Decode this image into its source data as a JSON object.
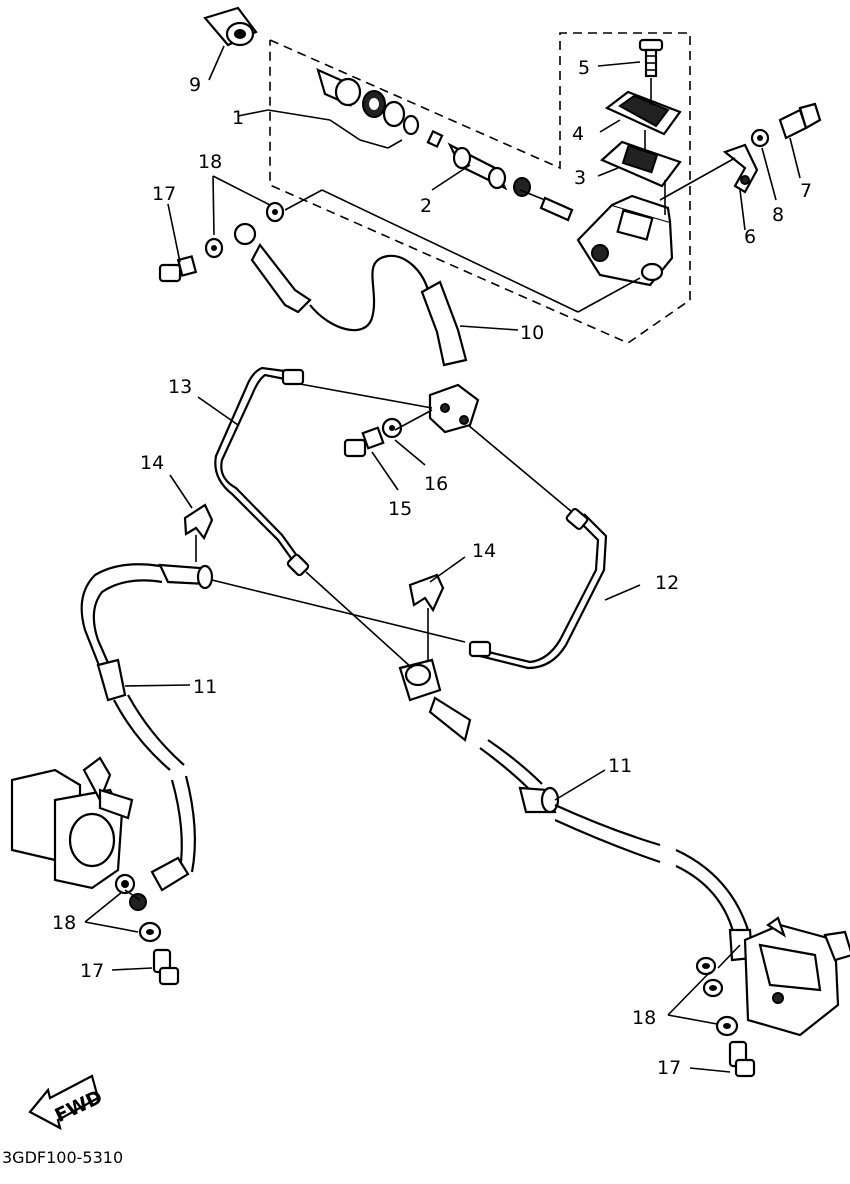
{
  "callouts": [
    {
      "id": "c1",
      "text": "1"
    },
    {
      "id": "c2",
      "text": "2"
    },
    {
      "id": "c3",
      "text": "3"
    },
    {
      "id": "c4",
      "text": "4"
    },
    {
      "id": "c5",
      "text": "5"
    },
    {
      "id": "c6",
      "text": "6"
    },
    {
      "id": "c7",
      "text": "7"
    },
    {
      "id": "c8",
      "text": "8"
    },
    {
      "id": "c9",
      "text": "9"
    },
    {
      "id": "c10",
      "text": "10"
    },
    {
      "id": "c11a",
      "text": "11"
    },
    {
      "id": "c11b",
      "text": "11"
    },
    {
      "id": "c12",
      "text": "12"
    },
    {
      "id": "c13",
      "text": "13"
    },
    {
      "id": "c14a",
      "text": "14"
    },
    {
      "id": "c14b",
      "text": "14"
    },
    {
      "id": "c15",
      "text": "15"
    },
    {
      "id": "c16",
      "text": "16"
    },
    {
      "id": "c17a",
      "text": "17"
    },
    {
      "id": "c17b",
      "text": "17"
    },
    {
      "id": "c17c",
      "text": "17"
    },
    {
      "id": "c18a",
      "text": "18"
    },
    {
      "id": "c18b",
      "text": "18"
    },
    {
      "id": "c18c",
      "text": "18"
    }
  ],
  "fwd_label": "FWD",
  "diagram_code": "3GDF100-5310"
}
